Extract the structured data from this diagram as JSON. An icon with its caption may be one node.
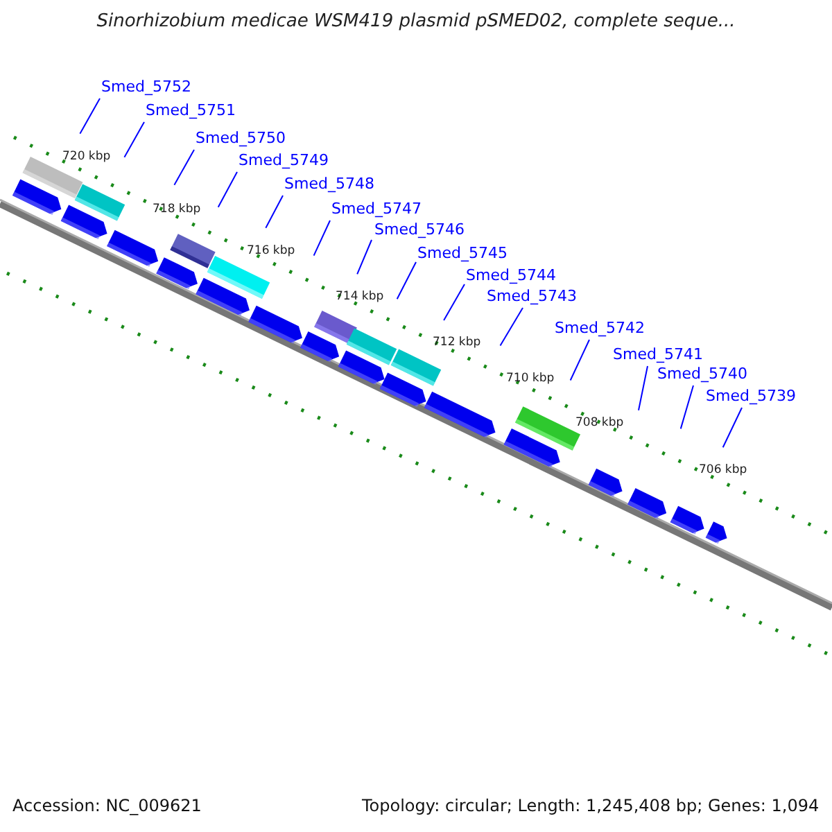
{
  "diagram": {
    "title": "Sinorhizobium medicae WSM419 plasmid pSMED02, complete seque...",
    "nodes": [
      {
        "text": [
          "Smed_5752"
        ]
      },
      {
        "text": [
          "Smed_5751"
        ]
      },
      {
        "text": [
          "Smed_5750"
        ]
      },
      {
        "text": [
          "Smed_5749"
        ]
      },
      {
        "text": [
          "Smed_5748"
        ]
      },
      {
        "text": [
          "Smed_5747"
        ]
      },
      {
        "text": [
          "Smed_5746"
        ]
      },
      {
        "text": [
          "Smed_5745"
        ]
      },
      {
        "text": [
          "Smed_5744"
        ]
      },
      {
        "text": [
          "Smed_5743"
        ]
      },
      {
        "text": [
          "Smed_5742"
        ]
      },
      {
        "text": [
          "Smed_5741"
        ]
      },
      {
        "text": [
          "Smed_5740"
        ]
      },
      {
        "text": [
          "Smed_5739"
        ]
      }
    ],
    "edges": [
      {
        "from": 0,
        "to": null,
        "arrow": "none"
      },
      {
        "from": 1,
        "to": null,
        "arrow": "none"
      },
      {
        "from": 2,
        "to": null,
        "arrow": "none"
      },
      {
        "from": 3,
        "to": null,
        "arrow": "none"
      },
      {
        "from": 4,
        "to": null,
        "arrow": "none"
      },
      {
        "from": 5,
        "to": null,
        "arrow": "none"
      },
      {
        "from": 6,
        "to": null,
        "arrow": "none"
      },
      {
        "from": 7,
        "to": null,
        "arrow": "none"
      },
      {
        "from": 8,
        "to": null,
        "arrow": "none"
      },
      {
        "from": 9,
        "to": null,
        "arrow": "none"
      },
      {
        "from": 10,
        "to": null,
        "arrow": "none"
      },
      {
        "from": 11,
        "to": null,
        "arrow": "none"
      },
      {
        "from": 12,
        "to": null,
        "arrow": "none"
      },
      {
        "from": 13,
        "to": null,
        "arrow": "none"
      }
    ],
    "labels": [
      "720 kbp",
      "718 kbp",
      "716 kbp",
      "714 kbp",
      "712 kbp",
      "710 kbp",
      "708 kbp",
      "706 kbp",
      "Accession: NC_009621",
      "Topology: circular; Length: 1,245,408 bp; Genes: 1,094"
    ]
  }
}
